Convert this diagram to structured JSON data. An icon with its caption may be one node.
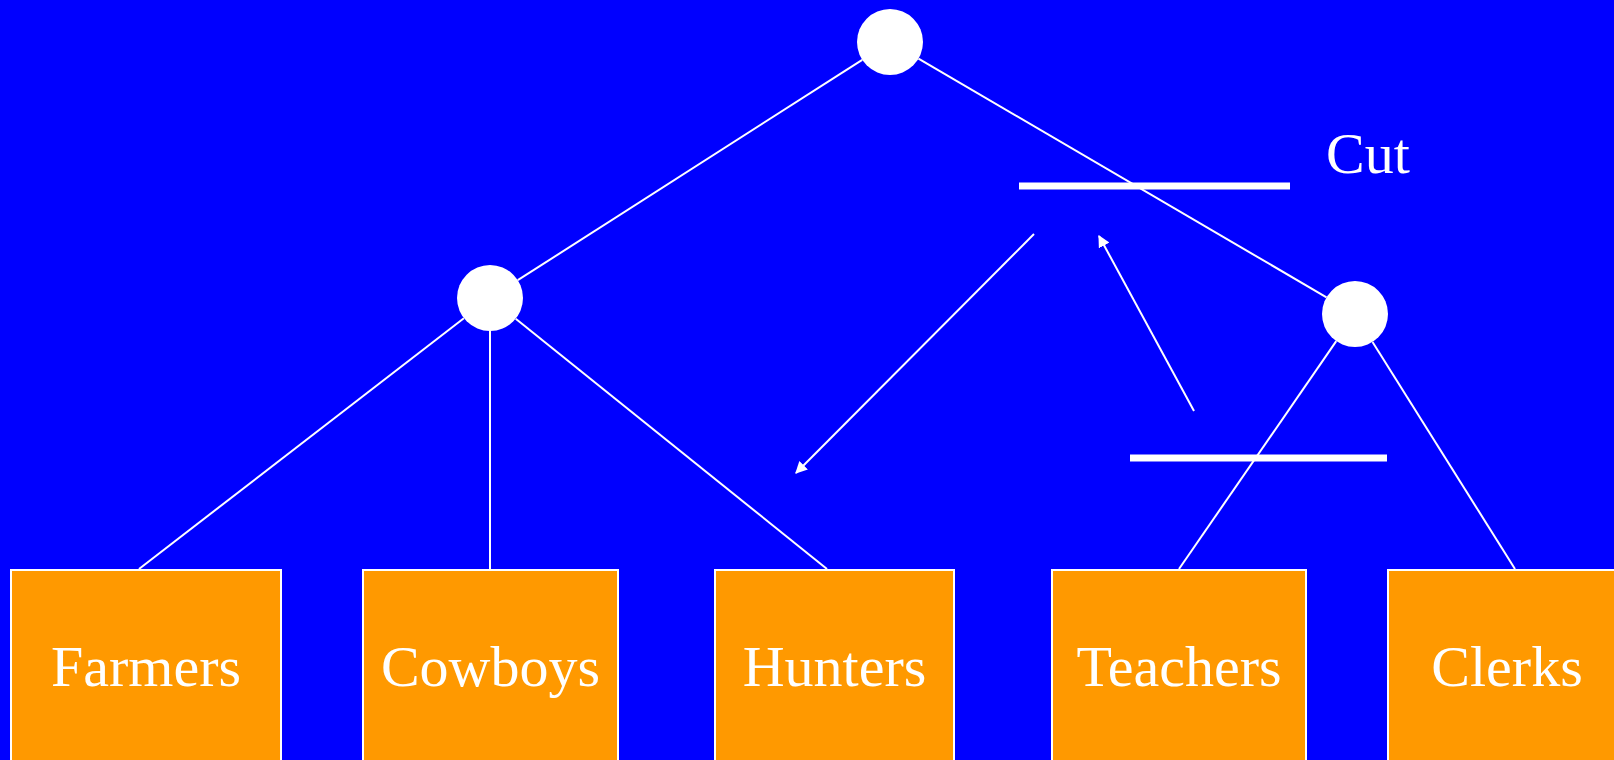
{
  "diagram": {
    "nodes": [
      {
        "text": [],
        "shape": "circle"
      },
      {
        "text": [],
        "shape": "circle"
      },
      {
        "text": [],
        "shape": "circle"
      },
      {
        "text": [
          "Farmers"
        ]
      },
      {
        "text": [
          "Cowboys"
        ]
      },
      {
        "text": [
          "Hunters"
        ]
      },
      {
        "text": [
          "Teachers"
        ]
      },
      {
        "text": [
          "Clerks"
        ]
      }
    ],
    "edges": [
      {
        "from": 0,
        "to": 1,
        "arrow": "none"
      },
      {
        "from": 0,
        "to": 2,
        "arrow": "none"
      },
      {
        "from": 1,
        "to": 3,
        "arrow": "none"
      },
      {
        "from": 1,
        "to": 4,
        "arrow": "none"
      },
      {
        "from": 1,
        "to": 5,
        "arrow": "none"
      },
      {
        "from": 2,
        "to": 6,
        "arrow": "none"
      },
      {
        "from": 2,
        "to": 7,
        "arrow": "none"
      }
    ],
    "labels": [
      "Cut"
    ]
  }
}
